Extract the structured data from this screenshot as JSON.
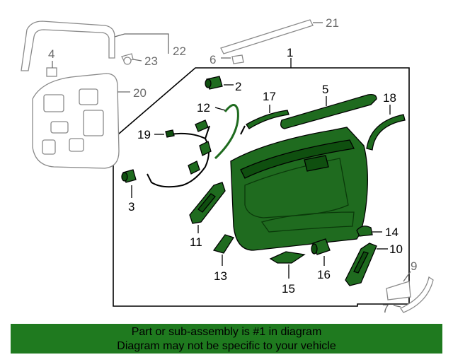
{
  "callouts": {
    "c1": "1",
    "c2": "2",
    "c3": "3",
    "c4": "4",
    "c5": "5",
    "c6": "6",
    "c7": "7",
    "c8": "9",
    "c9": "10",
    "c10": "11",
    "c11": "12",
    "c12": "13",
    "c13": "14",
    "c14": "15",
    "c15": "16",
    "c16": "17",
    "c17": "18",
    "c18": "19",
    "c19": "20",
    "c20": "21",
    "c21": "22",
    "c22": "23"
  },
  "colors": {
    "part_fill": "#1f6b1f",
    "banner_bg": "#1f7a1f",
    "ghost_stroke": "#8a8a8a"
  },
  "banner": {
    "line1": "Part or sub-assembly is #1 in diagram",
    "line2": "Diagram may not be specific to your vehicle"
  }
}
